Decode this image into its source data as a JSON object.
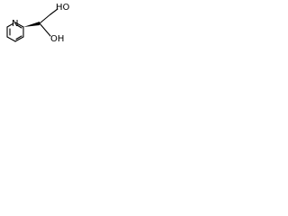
{
  "molecule": {
    "atoms": {
      "ring_n": "N",
      "hydroxyl_top": "HO",
      "hydroxyl_bottom": "OH"
    },
    "bond_color": "#000000",
    "stereo_bond": "wedge"
  }
}
